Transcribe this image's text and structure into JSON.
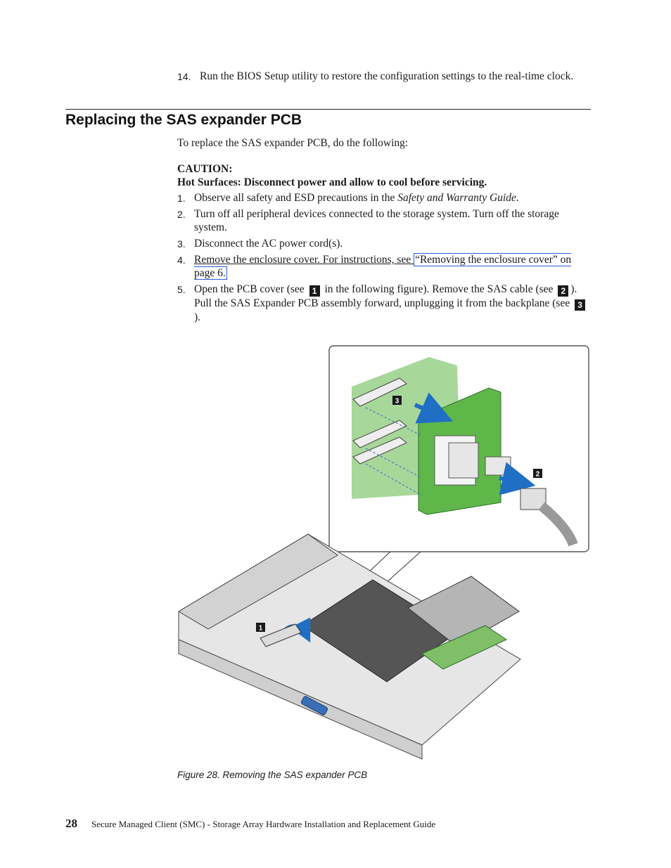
{
  "step14": {
    "number": "14.",
    "text": "Run the BIOS Setup utility to restore the configuration settings to the real-time clock."
  },
  "section_title": "Replacing the SAS expander PCB",
  "intro": "To replace the SAS expander PCB, do the following:",
  "caution": {
    "title": "CAUTION:",
    "text": "Hot Surfaces: Disconnect power and allow to cool before servicing."
  },
  "steps": [
    {
      "number": "1.",
      "before": "Observe all safety and ESD precautions in the ",
      "italic": "Safety and Warranty Guide",
      "after": "."
    },
    {
      "number": "2.",
      "text": "Turn off all peripheral devices connected to the storage system. Turn off the storage system."
    },
    {
      "number": "3.",
      "text": "Disconnect the AC power cord(s)."
    },
    {
      "number": "4.",
      "before": "Remove the enclosure cover. For instructions, see ",
      "link": "“Removing the enclosure cover” on page 6."
    },
    {
      "number": "5.",
      "part1": "Open the PCB cover (see ",
      "part2": " in the following figure). Remove the SAS cable (see ",
      "part3": "). Pull the SAS Expander PCB assembly forward, unplugging it from the backplane (see ",
      "part4": ")."
    }
  ],
  "callouts": [
    "1",
    "2",
    "3"
  ],
  "figure_caption": "Figure 28. Removing the SAS expander PCB",
  "footer": {
    "page_number": "28",
    "text": "Secure Managed Client (SMC) - Storage Array Hardware Installation and Replacement Guide"
  },
  "colors": {
    "pcb_green": "#5fb74a",
    "backplane_green": "#a8d79a",
    "arrow_blue": "#1f6fc4",
    "chassis_gray": "#d9d9d9",
    "link_border": "#2a5bd7"
  }
}
